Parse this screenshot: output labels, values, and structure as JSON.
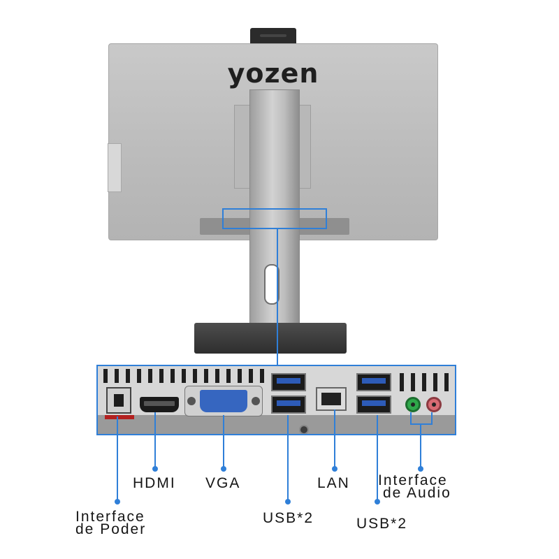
{
  "product": {
    "brand_logo": "yozen"
  },
  "colors": {
    "callout_blue": "#2f7fd8",
    "vga_blue": "#3666c0",
    "audio_green": "#2fa84a",
    "audio_pink": "#d86b73"
  },
  "callouts": {
    "power": {
      "line1": "Interface",
      "line2": "de Poder"
    },
    "hdmi": "HDMI",
    "vga": "VGA",
    "usb_left": "USB*2",
    "lan": "LAN",
    "usb_right": "USB*2",
    "audio": {
      "line1": "Interface",
      "line2": "de Audio"
    }
  }
}
